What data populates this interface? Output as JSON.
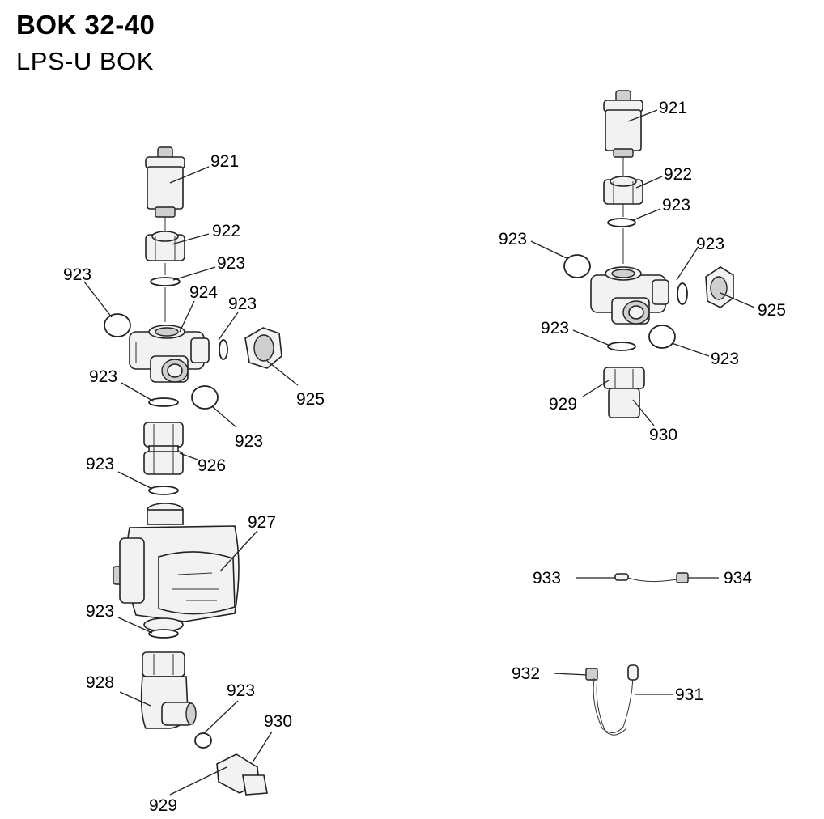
{
  "header": {
    "title": "BOK 32-40",
    "subtitle": "LPS-U BOK"
  },
  "callouts": {
    "c921": "921",
    "c922": "922",
    "c923": "923",
    "c924": "924",
    "c925": "925",
    "c926": "926",
    "c927": "927",
    "c928": "928",
    "c929": "929",
    "c930": "930",
    "c931": "931",
    "c932": "932",
    "c933": "933",
    "c934": "934"
  },
  "colors": {
    "line": "#222222",
    "part_fill": "#f2f2f2",
    "background": "#ffffff"
  }
}
